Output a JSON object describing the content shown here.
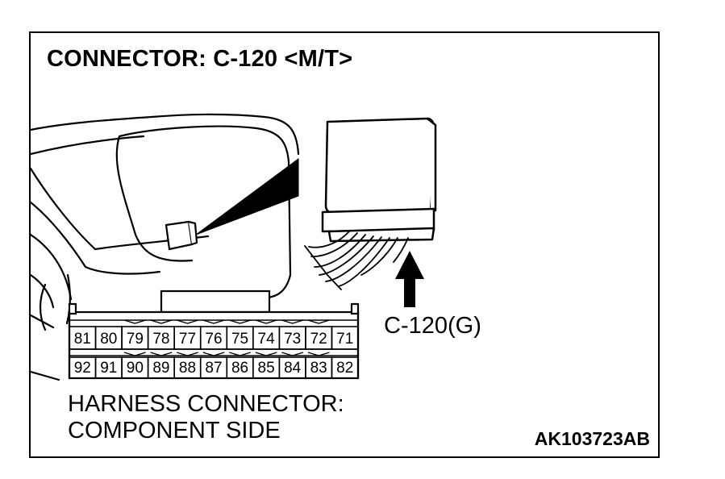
{
  "diagram": {
    "title": "CONNECTOR: C-120 <M/T>",
    "connector_label": "C-120(G)",
    "harness_label_line1": "HARNESS CONNECTOR:",
    "harness_label_line2": "COMPONENT SIDE",
    "figure_code": "AK103723AB",
    "pins_top_row": [
      "81",
      "80",
      "79",
      "78",
      "77",
      "76",
      "75",
      "74",
      "73",
      "72",
      "71"
    ],
    "pins_bottom_row": [
      "92",
      "91",
      "90",
      "89",
      "88",
      "87",
      "86",
      "85",
      "84",
      "83",
      "82"
    ],
    "line_color": "#000000",
    "background_color": "#ffffff"
  }
}
